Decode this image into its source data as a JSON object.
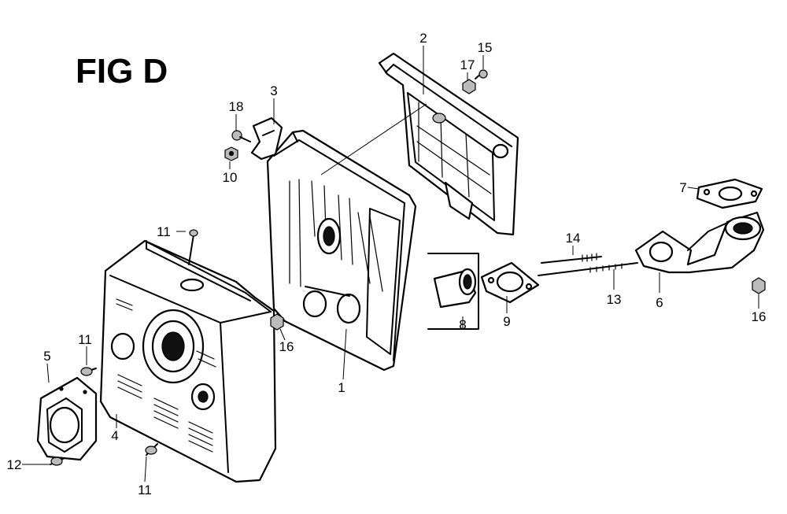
{
  "title": "FIG D",
  "callouts": {
    "c1": "1",
    "c2": "2",
    "c3": "3",
    "c4": "4",
    "c5": "5",
    "c6": "6",
    "c7": "7",
    "c8": "8",
    "c9": "9",
    "c10": "10",
    "c11a": "11",
    "c11b": "11",
    "c11c": "11",
    "c12": "12",
    "c13": "13",
    "c14": "14",
    "c15": "15",
    "c16a": "16",
    "c16b": "16",
    "c17": "17",
    "c18": "18"
  }
}
